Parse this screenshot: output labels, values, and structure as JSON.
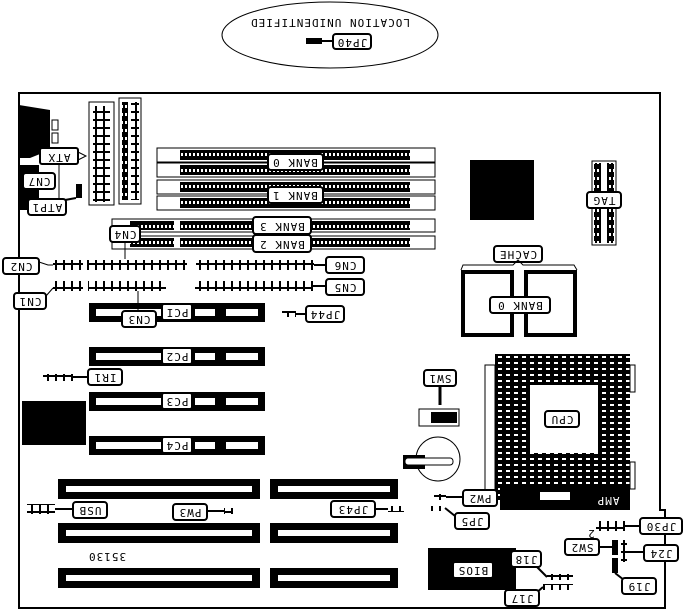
{
  "diagram": {
    "title": "Motherboard component layout (drawn upside-down)",
    "orientation_note": "All labels rendered rotated 180°",
    "colors": {
      "ink": "#000000",
      "paper": "#ffffff"
    },
    "callout": {
      "text": "LOCATION UNIDENTIFIED",
      "jumper": "JP40"
    },
    "memory": {
      "simm_banks": [
        "BANK 0",
        "BANK 1"
      ],
      "dimm_banks": [
        "BANK 3",
        "BANK 2"
      ]
    },
    "cache": {
      "label": "CACHE",
      "bank": "BANK 0"
    },
    "tag": "TAG",
    "cpu": {
      "label": "CPU",
      "socket_brand": "AMP"
    },
    "bios": "BIOS",
    "board_id": "35130",
    "sw2_pin_marker": "2",
    "connectors": {
      "atx": "ATX",
      "cn7": "CN7",
      "atp1": "ATP1",
      "cn4": "CN4",
      "cn2": "CN2",
      "cn1": "CN1",
      "cn3": "CN3",
      "cn6": "CN6",
      "cn5": "CN5",
      "jp44": "JP44",
      "ir1": "IR1",
      "usb": "USB",
      "pw3": "PW3",
      "jp43": "JP43",
      "sw1": "SW1",
      "pw2": "PW2",
      "jp5": "JP5",
      "jp30": "JP30",
      "sw2": "SW2",
      "j24": "J24",
      "j19": "J19",
      "j18": "J18",
      "j17": "J17"
    },
    "pci_slots": [
      "PCI",
      "PC2",
      "PC3",
      "PC4"
    ]
  }
}
